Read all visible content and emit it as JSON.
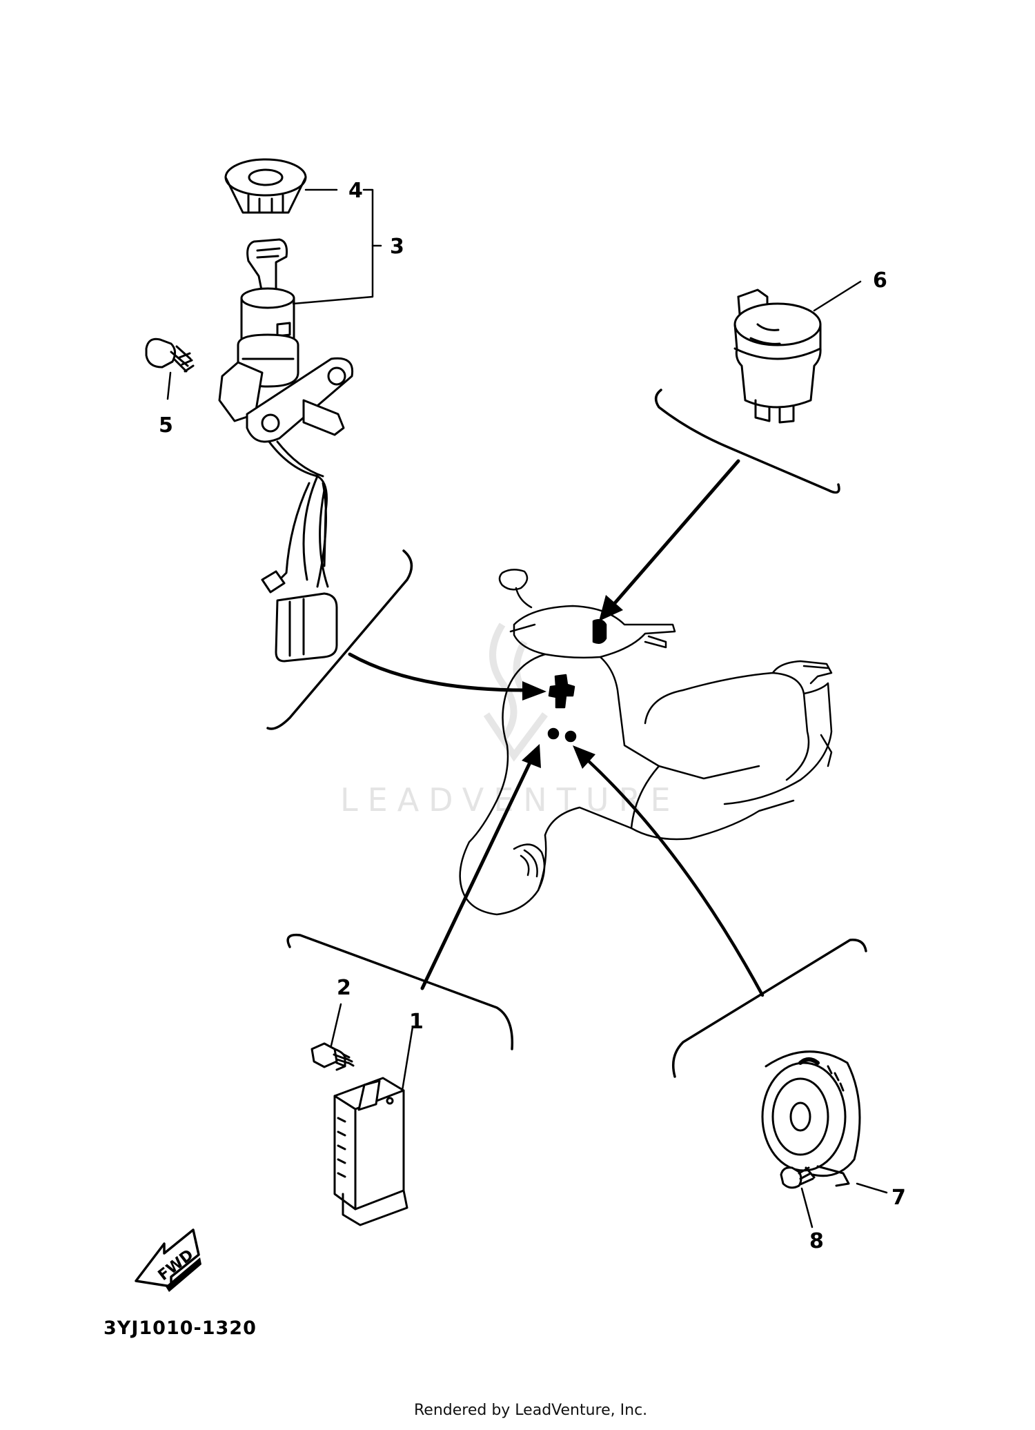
{
  "watermark": "LEADVENTURE",
  "fwd_label": "FWD",
  "diagram_code": "3YJ1010-1320",
  "footer_credit": "Rendered by LeadVenture, Inc.",
  "callouts": [
    "1",
    "2",
    "3",
    "4",
    "5",
    "6",
    "7",
    "8"
  ]
}
